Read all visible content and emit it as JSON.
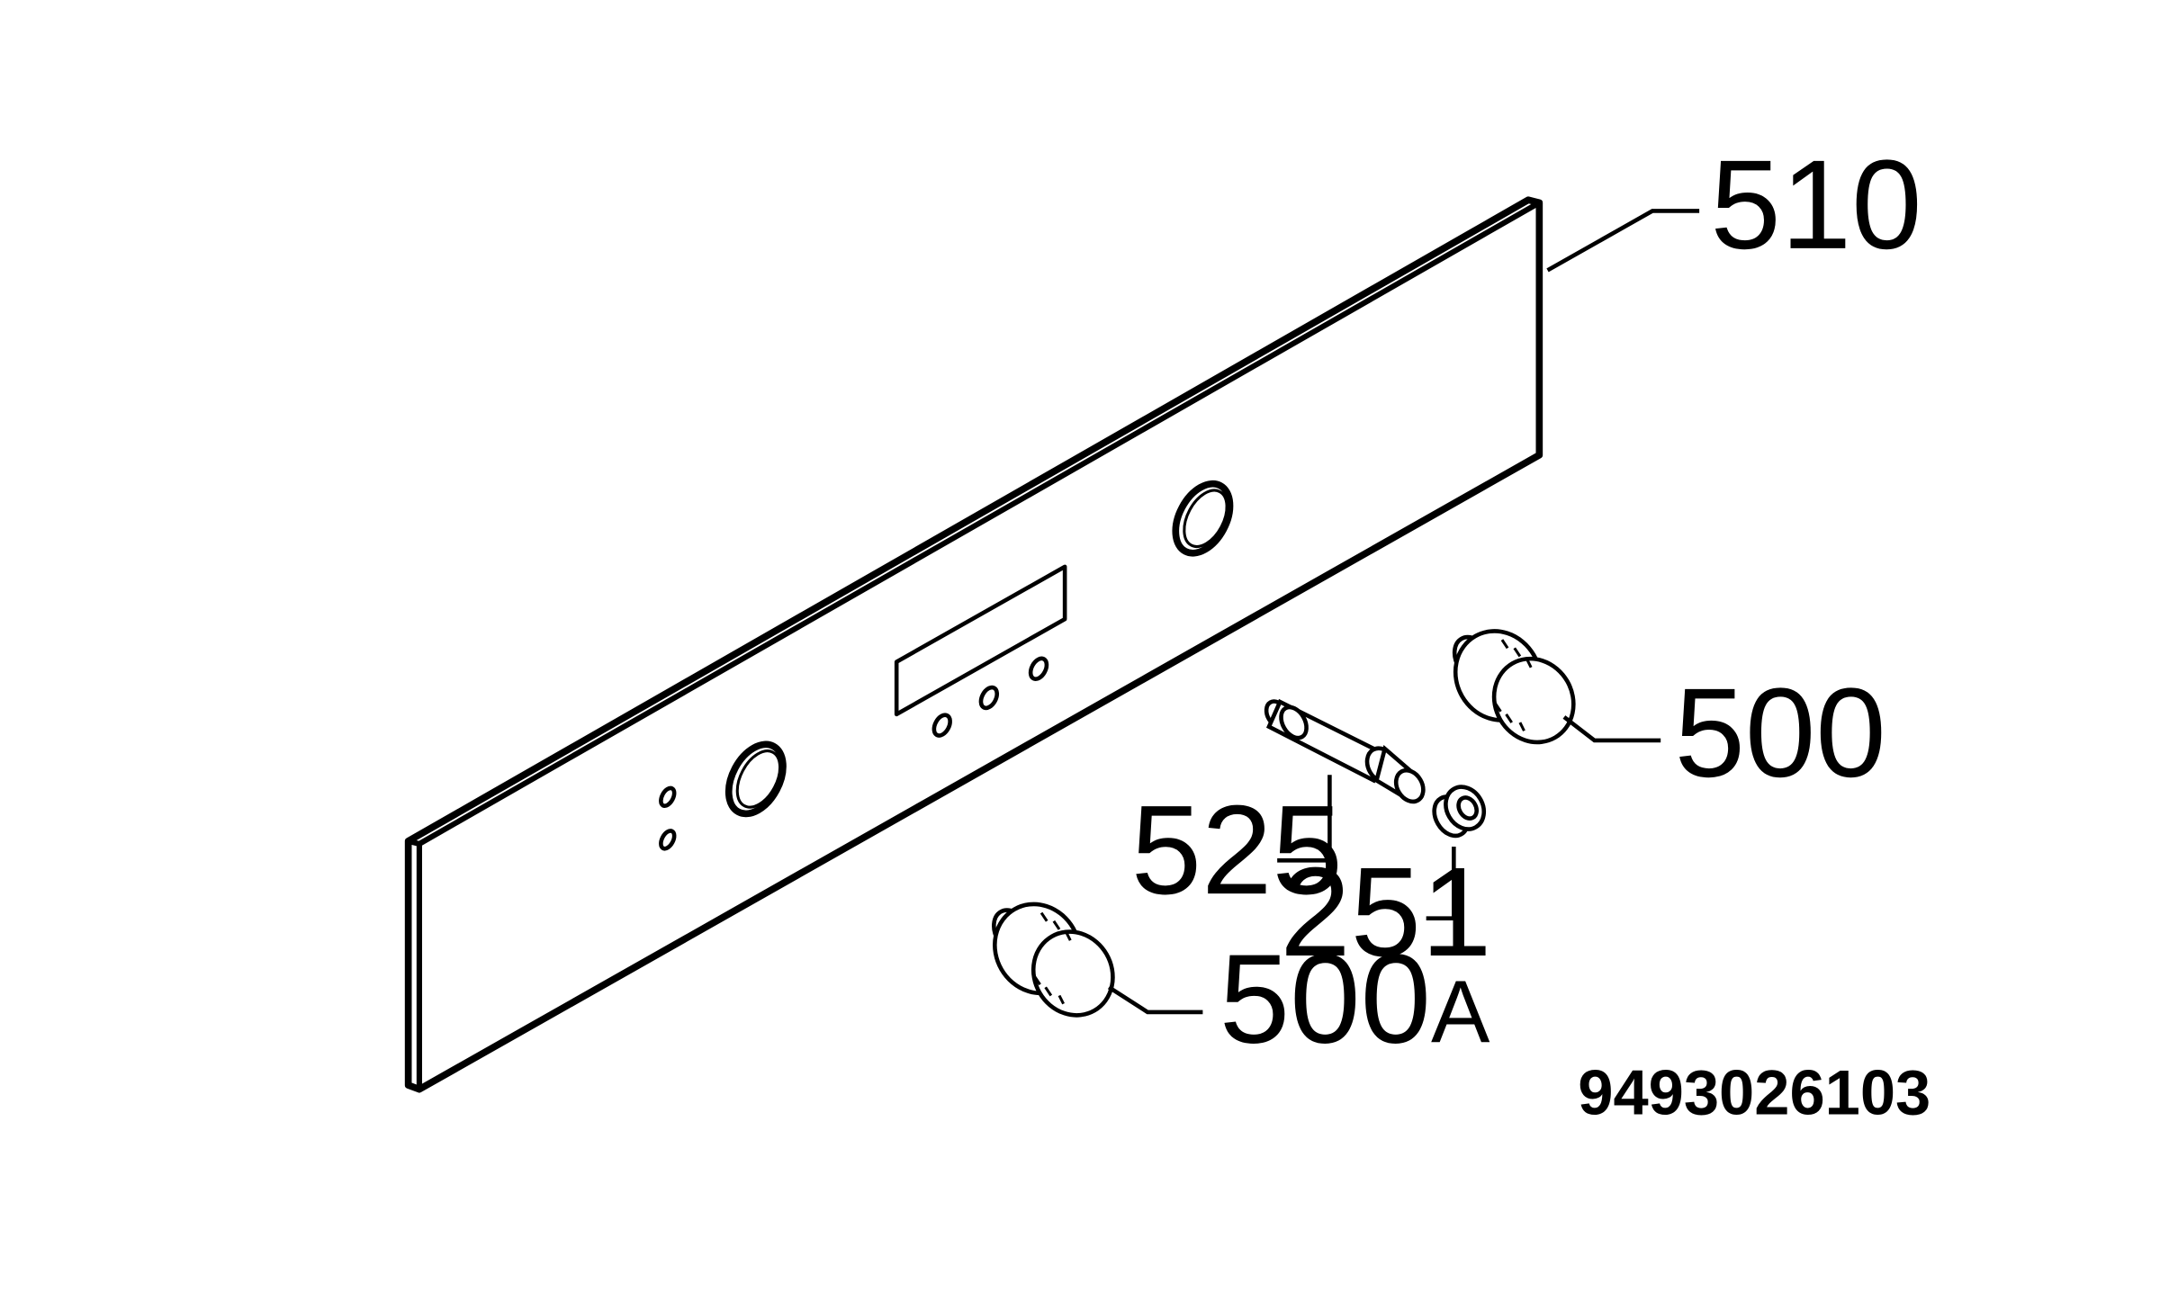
{
  "callouts": {
    "panel": "510",
    "knob_right": "500",
    "shaft": "525",
    "bushing": "251",
    "knob_left_num": "500",
    "knob_left_suffix": "A"
  },
  "drawing_code": "9493026103"
}
